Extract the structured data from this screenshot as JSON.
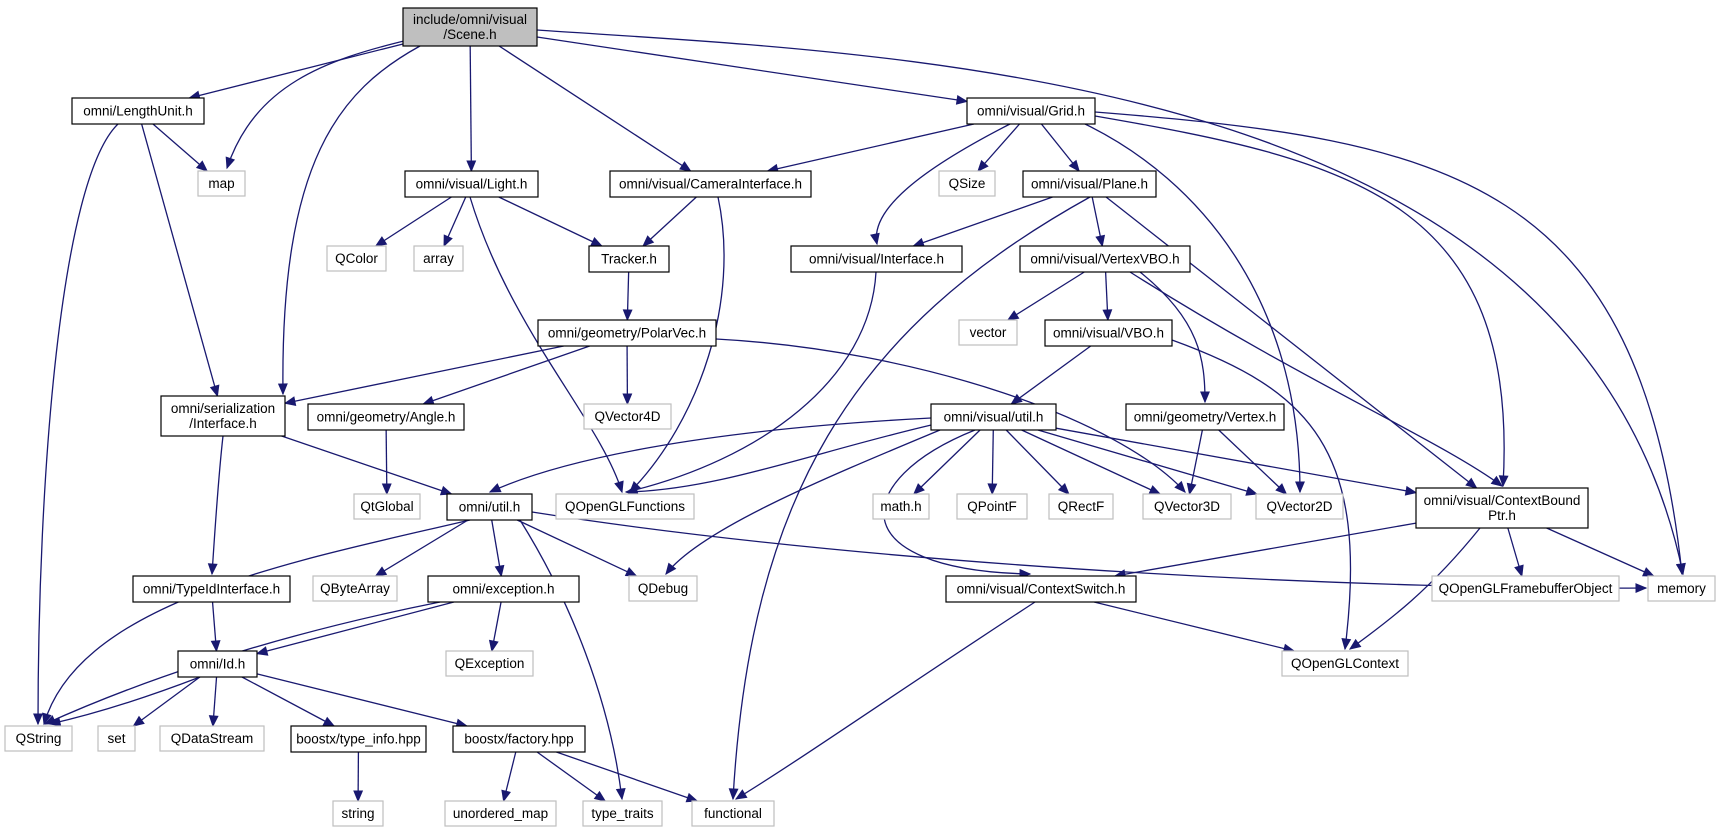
{
  "colors": {
    "edge": "#191970",
    "root_fill": "#bfbfbf",
    "project_border": "#000000",
    "external_border": "#bfbfbf",
    "background": "#ffffff"
  },
  "nodes": [
    {
      "id": "scene",
      "lines": [
        "include/omni/visual",
        "/Scene.h"
      ],
      "kind": "root"
    },
    {
      "id": "lengthunit",
      "lines": [
        "omni/LengthUnit.h"
      ],
      "kind": "project"
    },
    {
      "id": "map",
      "lines": [
        "map"
      ],
      "kind": "external"
    },
    {
      "id": "grid",
      "lines": [
        "omni/visual/Grid.h"
      ],
      "kind": "project"
    },
    {
      "id": "light",
      "lines": [
        "omni/visual/Light.h"
      ],
      "kind": "project"
    },
    {
      "id": "camera",
      "lines": [
        "omni/visual/CameraInterface.h"
      ],
      "kind": "project"
    },
    {
      "id": "qsize",
      "lines": [
        "QSize"
      ],
      "kind": "external"
    },
    {
      "id": "plane",
      "lines": [
        "omni/visual/Plane.h"
      ],
      "kind": "project"
    },
    {
      "id": "qcolor",
      "lines": [
        "QColor"
      ],
      "kind": "external"
    },
    {
      "id": "array",
      "lines": [
        "array"
      ],
      "kind": "external"
    },
    {
      "id": "tracker",
      "lines": [
        "Tracker.h"
      ],
      "kind": "project"
    },
    {
      "id": "vinterface",
      "lines": [
        "omni/visual/Interface.h"
      ],
      "kind": "project"
    },
    {
      "id": "vertexvbo",
      "lines": [
        "omni/visual/VertexVBO.h"
      ],
      "kind": "project"
    },
    {
      "id": "polarvec",
      "lines": [
        "omni/geometry/PolarVec.h"
      ],
      "kind": "project"
    },
    {
      "id": "vector",
      "lines": [
        "vector"
      ],
      "kind": "external"
    },
    {
      "id": "vbo",
      "lines": [
        "omni/visual/VBO.h"
      ],
      "kind": "project"
    },
    {
      "id": "serial",
      "lines": [
        "omni/serialization",
        "/Interface.h"
      ],
      "kind": "project"
    },
    {
      "id": "angle",
      "lines": [
        "omni/geometry/Angle.h"
      ],
      "kind": "project"
    },
    {
      "id": "qvector4d",
      "lines": [
        "QVector4D"
      ],
      "kind": "external"
    },
    {
      "id": "vutil",
      "lines": [
        "omni/visual/util.h"
      ],
      "kind": "project"
    },
    {
      "id": "gvertex",
      "lines": [
        "omni/geometry/Vertex.h"
      ],
      "kind": "project"
    },
    {
      "id": "qtglobal",
      "lines": [
        "QtGlobal"
      ],
      "kind": "external"
    },
    {
      "id": "util",
      "lines": [
        "omni/util.h"
      ],
      "kind": "project"
    },
    {
      "id": "qoglfunc",
      "lines": [
        "QOpenGLFunctions"
      ],
      "kind": "external"
    },
    {
      "id": "mathh",
      "lines": [
        "math.h"
      ],
      "kind": "external"
    },
    {
      "id": "qpointf",
      "lines": [
        "QPointF"
      ],
      "kind": "external"
    },
    {
      "id": "qrectf",
      "lines": [
        "QRectF"
      ],
      "kind": "external"
    },
    {
      "id": "qvector3d",
      "lines": [
        "QVector3D"
      ],
      "kind": "external"
    },
    {
      "id": "qvector2d",
      "lines": [
        "QVector2D"
      ],
      "kind": "external"
    },
    {
      "id": "cbptr",
      "lines": [
        "omni/visual/ContextBound",
        "Ptr.h"
      ],
      "kind": "project"
    },
    {
      "id": "typeid",
      "lines": [
        "omni/TypeIdInterface.h"
      ],
      "kind": "project"
    },
    {
      "id": "qbytearray",
      "lines": [
        "QByteArray"
      ],
      "kind": "external"
    },
    {
      "id": "exception",
      "lines": [
        "omni/exception.h"
      ],
      "kind": "project"
    },
    {
      "id": "qdebug",
      "lines": [
        "QDebug"
      ],
      "kind": "external"
    },
    {
      "id": "ctxswitch",
      "lines": [
        "omni/visual/ContextSwitch.h"
      ],
      "kind": "project"
    },
    {
      "id": "qoglfbo",
      "lines": [
        "QOpenGLFramebufferObject"
      ],
      "kind": "external"
    },
    {
      "id": "memory",
      "lines": [
        "memory"
      ],
      "kind": "external"
    },
    {
      "id": "idh",
      "lines": [
        "omni/Id.h"
      ],
      "kind": "project"
    },
    {
      "id": "qexception",
      "lines": [
        "QException"
      ],
      "kind": "external"
    },
    {
      "id": "qoglctx",
      "lines": [
        "QOpenGLContext"
      ],
      "kind": "external"
    },
    {
      "id": "qstring",
      "lines": [
        "QString"
      ],
      "kind": "external"
    },
    {
      "id": "set",
      "lines": [
        "set"
      ],
      "kind": "external"
    },
    {
      "id": "qdatastream",
      "lines": [
        "QDataStream"
      ],
      "kind": "external"
    },
    {
      "id": "typeinfo",
      "lines": [
        "boostx/type_info.hpp"
      ],
      "kind": "project"
    },
    {
      "id": "factory",
      "lines": [
        "boostx/factory.hpp"
      ],
      "kind": "project"
    },
    {
      "id": "string",
      "lines": [
        "string"
      ],
      "kind": "external"
    },
    {
      "id": "unorderedmap",
      "lines": [
        "unordered_map"
      ],
      "kind": "external"
    },
    {
      "id": "typetraits",
      "lines": [
        "type_traits"
      ],
      "kind": "external"
    },
    {
      "id": "functional",
      "lines": [
        "functional"
      ],
      "kind": "external"
    }
  ],
  "edges": [
    {
      "from": "scene",
      "to": "lengthunit"
    },
    {
      "from": "scene",
      "to": "map"
    },
    {
      "from": "scene",
      "to": "serial"
    },
    {
      "from": "scene",
      "to": "light"
    },
    {
      "from": "scene",
      "to": "camera"
    },
    {
      "from": "scene",
      "to": "grid"
    },
    {
      "from": "scene",
      "to": "memory"
    },
    {
      "from": "lengthunit",
      "to": "map"
    },
    {
      "from": "lengthunit",
      "to": "serial"
    },
    {
      "from": "lengthunit",
      "to": "qstring"
    },
    {
      "from": "grid",
      "to": "camera"
    },
    {
      "from": "grid",
      "to": "vinterface"
    },
    {
      "from": "grid",
      "to": "qsize"
    },
    {
      "from": "grid",
      "to": "plane"
    },
    {
      "from": "grid",
      "to": "qvector2d"
    },
    {
      "from": "grid",
      "to": "cbptr"
    },
    {
      "from": "grid",
      "to": "memory"
    },
    {
      "from": "light",
      "to": "qcolor"
    },
    {
      "from": "light",
      "to": "array"
    },
    {
      "from": "light",
      "to": "tracker"
    },
    {
      "from": "light",
      "to": "qoglfunc"
    },
    {
      "from": "camera",
      "to": "tracker"
    },
    {
      "from": "camera",
      "to": "qoglfunc"
    },
    {
      "from": "plane",
      "to": "vinterface"
    },
    {
      "from": "plane",
      "to": "vertexvbo"
    },
    {
      "from": "plane",
      "to": "cbptr"
    },
    {
      "from": "plane",
      "to": "functional"
    },
    {
      "from": "tracker",
      "to": "polarvec"
    },
    {
      "from": "vinterface",
      "to": "qoglfunc"
    },
    {
      "from": "vertexvbo",
      "to": "vector"
    },
    {
      "from": "vertexvbo",
      "to": "vbo"
    },
    {
      "from": "vertexvbo",
      "to": "gvertex"
    },
    {
      "from": "vertexvbo",
      "to": "cbptr"
    },
    {
      "from": "polarvec",
      "to": "serial"
    },
    {
      "from": "polarvec",
      "to": "angle"
    },
    {
      "from": "polarvec",
      "to": "qvector4d"
    },
    {
      "from": "polarvec",
      "to": "qvector3d"
    },
    {
      "from": "vbo",
      "to": "vutil"
    },
    {
      "from": "vbo",
      "to": "qoglctx"
    },
    {
      "from": "serial",
      "to": "typeid"
    },
    {
      "from": "serial",
      "to": "util"
    },
    {
      "from": "angle",
      "to": "qtglobal"
    },
    {
      "from": "vutil",
      "to": "util"
    },
    {
      "from": "vutil",
      "to": "qoglfunc"
    },
    {
      "from": "vutil",
      "to": "qdebug"
    },
    {
      "from": "vutil",
      "to": "ctxswitch"
    },
    {
      "from": "vutil",
      "to": "mathh"
    },
    {
      "from": "vutil",
      "to": "qpointf"
    },
    {
      "from": "vutil",
      "to": "qrectf"
    },
    {
      "from": "vutil",
      "to": "qvector3d"
    },
    {
      "from": "vutil",
      "to": "qvector2d"
    },
    {
      "from": "vutil",
      "to": "cbptr"
    },
    {
      "from": "gvertex",
      "to": "qvector3d"
    },
    {
      "from": "gvertex",
      "to": "qvector2d"
    },
    {
      "from": "util",
      "to": "qstring"
    },
    {
      "from": "util",
      "to": "qbytearray"
    },
    {
      "from": "util",
      "to": "exception"
    },
    {
      "from": "util",
      "to": "qdebug"
    },
    {
      "from": "util",
      "to": "typetraits"
    },
    {
      "from": "util",
      "to": "memory"
    },
    {
      "from": "cbptr",
      "to": "ctxswitch"
    },
    {
      "from": "cbptr",
      "to": "qoglfbo"
    },
    {
      "from": "cbptr",
      "to": "memory"
    },
    {
      "from": "cbptr",
      "to": "qoglctx"
    },
    {
      "from": "typeid",
      "to": "idh"
    },
    {
      "from": "exception",
      "to": "idh"
    },
    {
      "from": "exception",
      "to": "qstring"
    },
    {
      "from": "exception",
      "to": "qexception"
    },
    {
      "from": "ctxswitch",
      "to": "qoglctx"
    },
    {
      "from": "ctxswitch",
      "to": "functional"
    },
    {
      "from": "idh",
      "to": "qstring"
    },
    {
      "from": "idh",
      "to": "set"
    },
    {
      "from": "idh",
      "to": "qdatastream"
    },
    {
      "from": "idh",
      "to": "typeinfo"
    },
    {
      "from": "idh",
      "to": "factory"
    },
    {
      "from": "typeinfo",
      "to": "string"
    },
    {
      "from": "factory",
      "to": "unorderedmap"
    },
    {
      "from": "factory",
      "to": "typetraits"
    },
    {
      "from": "factory",
      "to": "functional"
    }
  ]
}
